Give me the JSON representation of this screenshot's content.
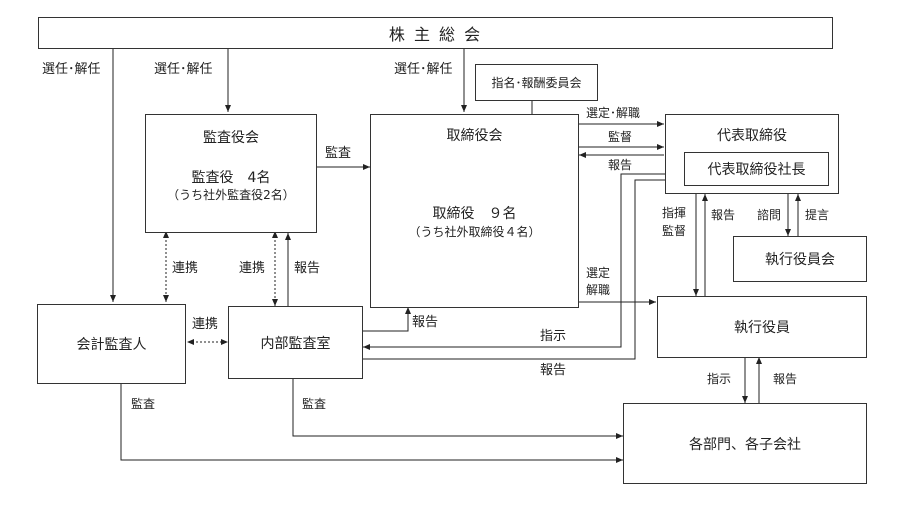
{
  "title": "株 主 総 会",
  "nodes": {
    "shareholders": "株 主 総 会",
    "audit_board": {
      "title": "監査役会",
      "members": "監査役　4名",
      "note": "（うち社外監査役2名）"
    },
    "board": {
      "title": "取締役会",
      "members": "取締役　９名",
      "note": "（うち社外取締役４名）"
    },
    "nomination_committee": "指名･報酬委員会",
    "rep_director": "代表取締役",
    "president": "代表取締役社長",
    "exec_committee": "執行役員会",
    "accounting_auditor": "会計監査人",
    "internal_audit": "内部監査室",
    "exec_officers": "執行役員",
    "departments": "各部門、各子会社"
  },
  "edges": {
    "elect_dismiss_1": "選任･解任",
    "elect_dismiss_2": "選任･解任",
    "elect_dismiss_3": "選任･解任",
    "audit_board_to_board": "監査",
    "select_dismiss_rep": "選定･解職",
    "supervise_rep": "監督",
    "report_rep": "報告",
    "coop_1": "連携",
    "coop_2": "連携",
    "report_ia_to_ab": "報告",
    "coop_3": "連携",
    "report_ia_to_board": "報告",
    "instruct_ia": "指示",
    "report_to_ia": "報告",
    "select_exec_1": "選定",
    "select_exec_2": "解職",
    "command_1": "指揮",
    "command_2": "監督",
    "report_exec": "報告",
    "consult": "諮問",
    "propose": "提言",
    "instruct_dept": "指示",
    "report_dept": "報告",
    "audit_acct": "監査",
    "audit_ia": "監査"
  }
}
